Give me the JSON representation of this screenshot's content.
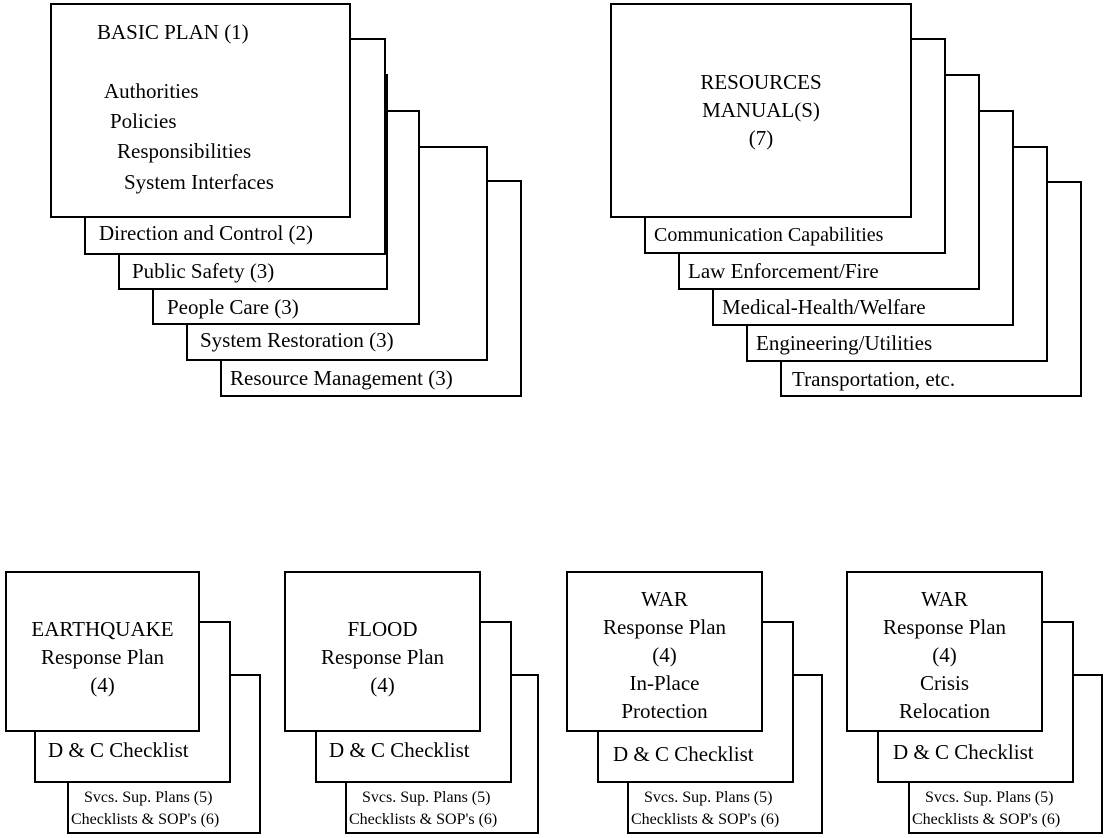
{
  "basic_plan": {
    "title": "BASIC PLAN (1)",
    "items": [
      "Authorities",
      "Policies",
      "Responsibilities",
      "System Interfaces"
    ],
    "tabs": [
      "Direction and Control (2)",
      "Public Safety (3)",
      "People Care (3)",
      "System Restoration (3)",
      "Resource Management (3)"
    ]
  },
  "resources_manual": {
    "title_lines": [
      "RESOURCES",
      "MANUAL(S)",
      "(7)"
    ],
    "tabs": [
      "Communication Capabilities",
      "Law Enforcement/Fire",
      "Medical-Health/Welfare",
      "Engineering/Utilities",
      "Transportation, etc."
    ]
  },
  "response_plans": [
    {
      "title_lines": [
        "EARTHQUAKE",
        "Response Plan",
        "(4)"
      ],
      "checklist": "D & C Checklist",
      "sub1": "Svcs. Sup. Plans (5)",
      "sub2": "Checklists & SOP's (6)"
    },
    {
      "title_lines": [
        "FLOOD",
        "Response Plan",
        "(4)"
      ],
      "checklist": "D & C Checklist",
      "sub1": "Svcs. Sup. Plans (5)",
      "sub2": "Checklists & SOP's (6)"
    },
    {
      "title_lines": [
        "WAR",
        "Response Plan",
        "(4)",
        "In-Place",
        "Protection"
      ],
      "checklist": "D & C Checklist",
      "sub1": "Svcs. Sup. Plans (5)",
      "sub2": "Checklists & SOP's (6)"
    },
    {
      "title_lines": [
        "WAR",
        "Response Plan",
        "(4)",
        "Crisis",
        "Relocation"
      ],
      "checklist": "D & C Checklist",
      "sub1": "Svcs. Sup. Plans (5)",
      "sub2": "Checklists & SOP's (6)"
    }
  ]
}
